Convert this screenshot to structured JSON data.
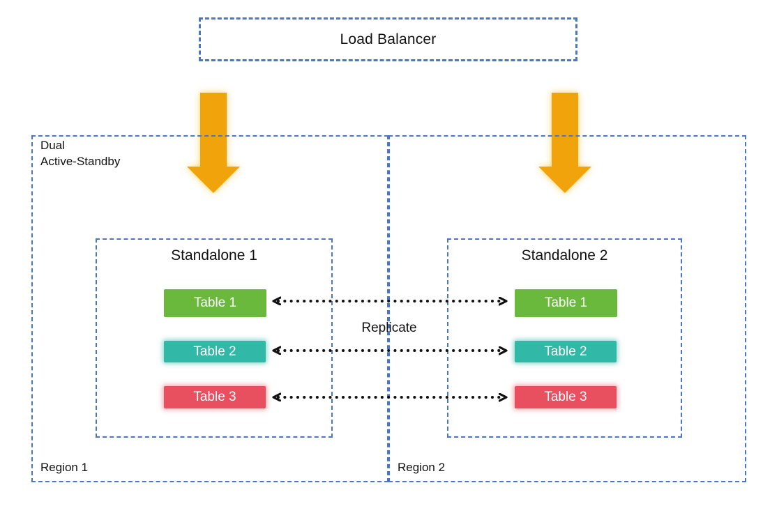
{
  "title": "Dual Active-Standby replication diagram",
  "load_balancer": {
    "label": "Load Balancer"
  },
  "cluster_label": {
    "line1": "Dual",
    "line2": "Active-Standby"
  },
  "replicate_label": "Replicate",
  "regions": [
    {
      "label": "Region 1",
      "standalone": {
        "title": "Standalone 1",
        "tables": [
          {
            "label": "Table 1",
            "color": "#6BB93C"
          },
          {
            "label": "Table 2",
            "color": "#31B8A7"
          },
          {
            "label": "Table 3",
            "color": "#E8505F"
          }
        ]
      }
    },
    {
      "label": "Region 2",
      "standalone": {
        "title": "Standalone 2",
        "tables": [
          {
            "label": "Table 1",
            "color": "#6BB93C"
          },
          {
            "label": "Table 2",
            "color": "#31B8A7"
          },
          {
            "label": "Table 3",
            "color": "#E8505F"
          }
        ]
      }
    }
  ],
  "icons": {
    "flow_arrow": "down-block-arrow",
    "replication_arrow": "dotted-double-headed-arrow"
  },
  "colors": {
    "border_blue": "#4876CD",
    "arrow_orange": "#F0A30B",
    "arrow_glow": "#FFD05A",
    "table_green": "#6BB93C",
    "table_teal": "#31B8A7",
    "table_red": "#E8505F",
    "replication_arrow_black": "#111111",
    "text_black": "#111111",
    "background": "#FFFFFF"
  }
}
